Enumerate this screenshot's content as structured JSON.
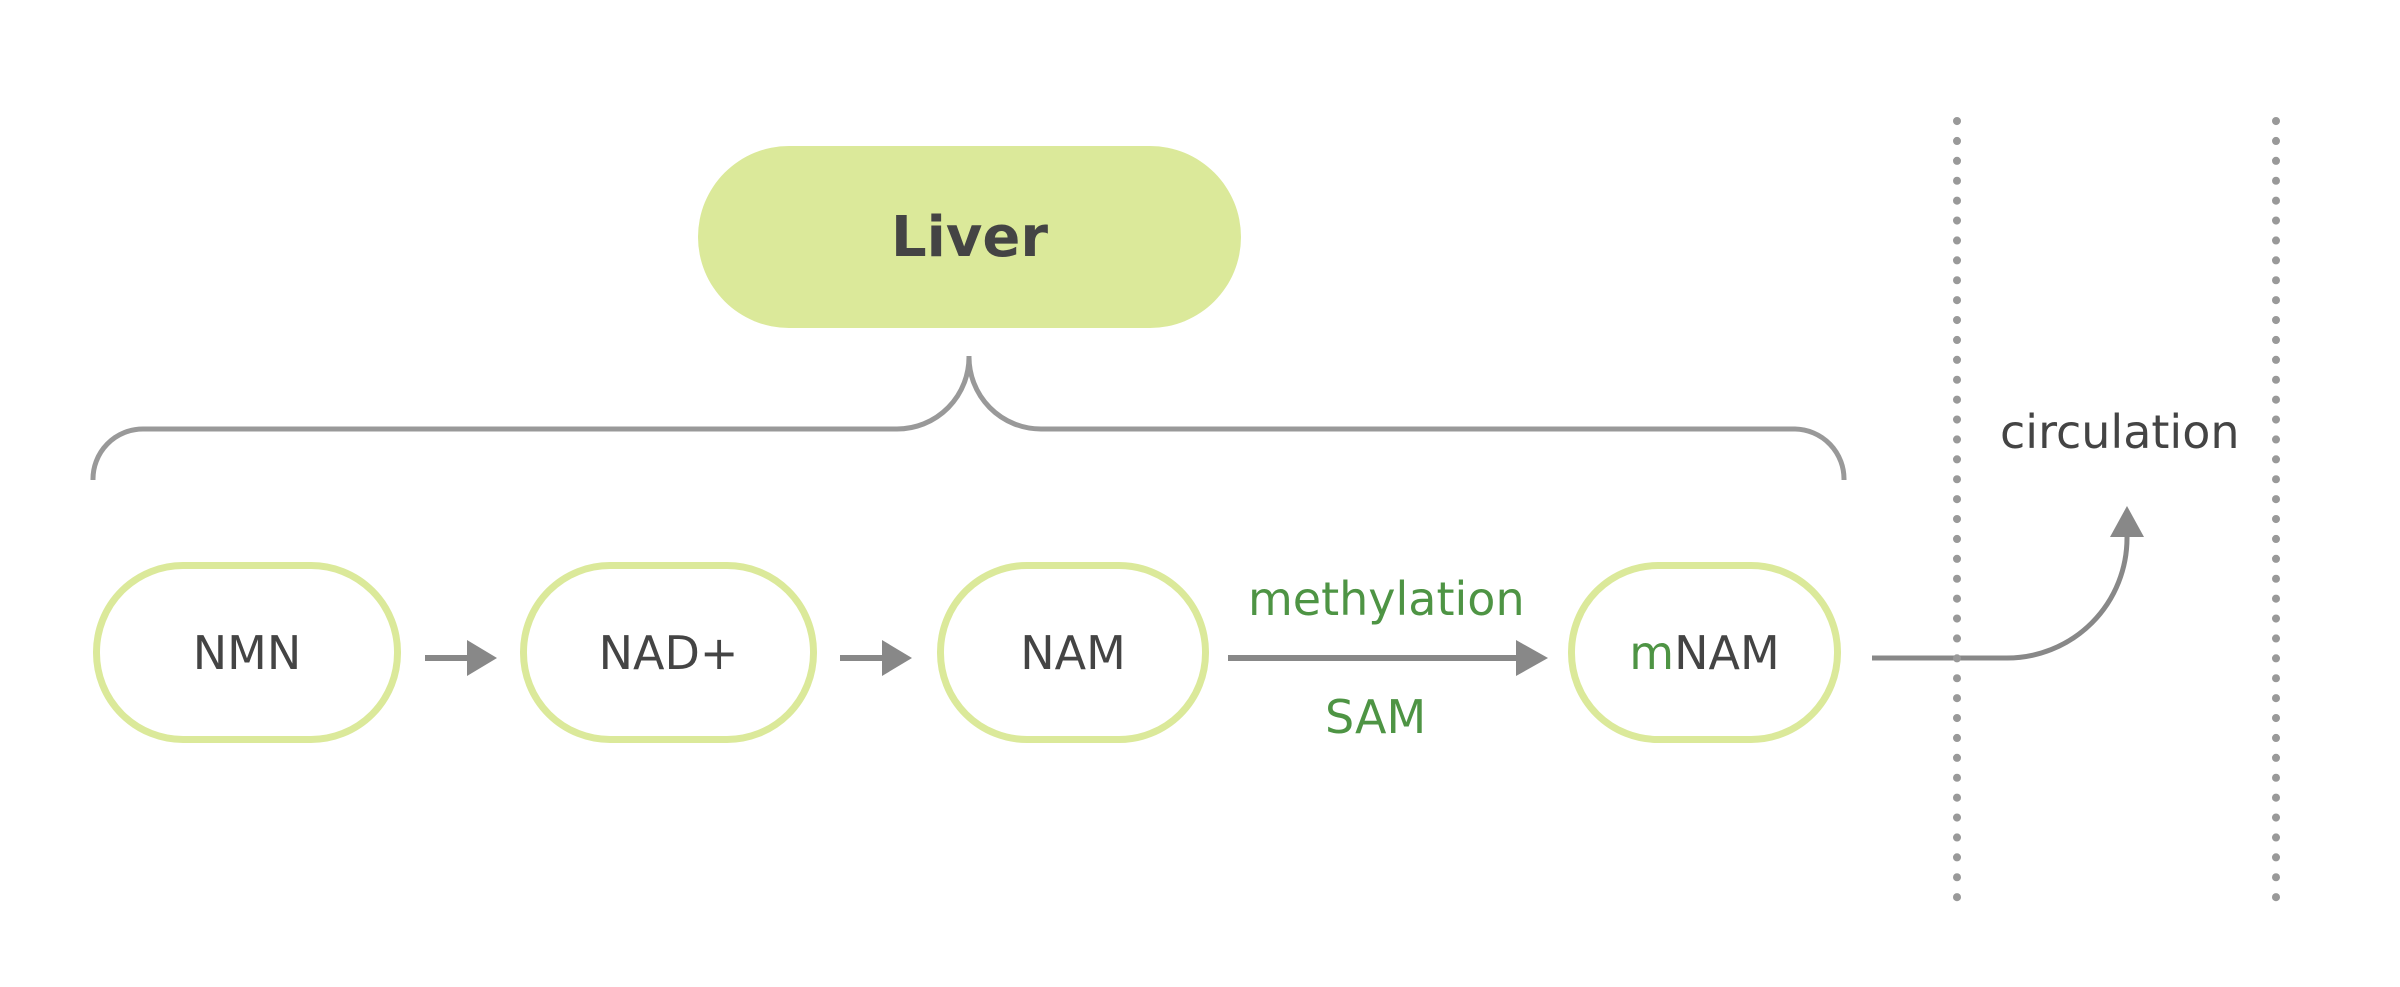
{
  "title": "Liver",
  "nodes": [
    {
      "label": "NMN"
    },
    {
      "label": "NAD+"
    },
    {
      "label": "NAM"
    },
    {
      "prefix": "m",
      "label": "NAM"
    }
  ],
  "reaction": {
    "above": "methylation",
    "below": "SAM"
  },
  "destination": "circulation",
  "colors": {
    "node_fill": "#dbe99a",
    "accent_green": "#4e9444",
    "line_gray": "#999999",
    "arrow_gray": "#888888",
    "text_dark": "#444444"
  }
}
